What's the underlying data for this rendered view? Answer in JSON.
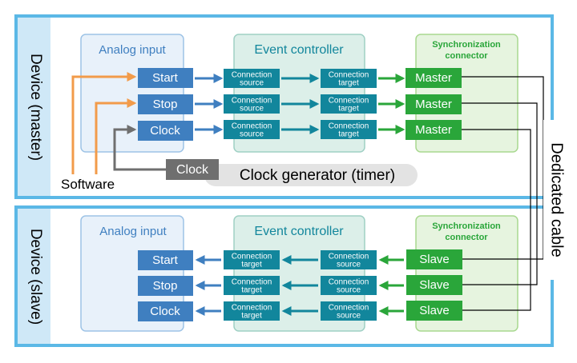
{
  "master": {
    "device_label": "Device (master)",
    "analog_input_title": "Analog input",
    "event_controller_title": "Event controller",
    "sync_title_line1": "Synchronization",
    "sync_title_line2": "connector",
    "signals": [
      "Start",
      "Stop",
      "Clock"
    ],
    "source_line1": "Connection",
    "source_line2": "source",
    "target_line1": "Connection",
    "target_line2": "target",
    "connector_label": "Master",
    "software_label": "Software",
    "clock_label": "Clock",
    "clock_generator_label": "Clock generator (timer)"
  },
  "slave": {
    "device_label": "Device (slave)",
    "analog_input_title": "Analog input",
    "event_controller_title": "Event controller",
    "sync_title_line1": "Synchronization",
    "sync_title_line2": "connector",
    "signals": [
      "Start",
      "Stop",
      "Clock"
    ],
    "target_line1": "Connection",
    "target_line2": "target",
    "source_line1": "Connection",
    "source_line2": "source",
    "connector_label": "Slave"
  },
  "cable_label": "Dedicated cable",
  "colors": {
    "panel_border": "#5bb8e6",
    "device_label_bg": "#cfe8f7",
    "analog_box_bg": "#e8f1fa",
    "analog_box_border": "#9dc3e6",
    "event_box_bg": "#dcefe9",
    "event_box_border": "#9fd0c4",
    "sync_box_bg": "#e6f4df",
    "sync_box_border": "#a8d88f",
    "signal_blue": "#3f7fc0",
    "event_teal": "#12869c",
    "sync_green": "#2aa63a",
    "software_orange": "#f29b4a",
    "clock_gray": "#6f6f6f",
    "clock_pill": "#e3e3e3"
  }
}
